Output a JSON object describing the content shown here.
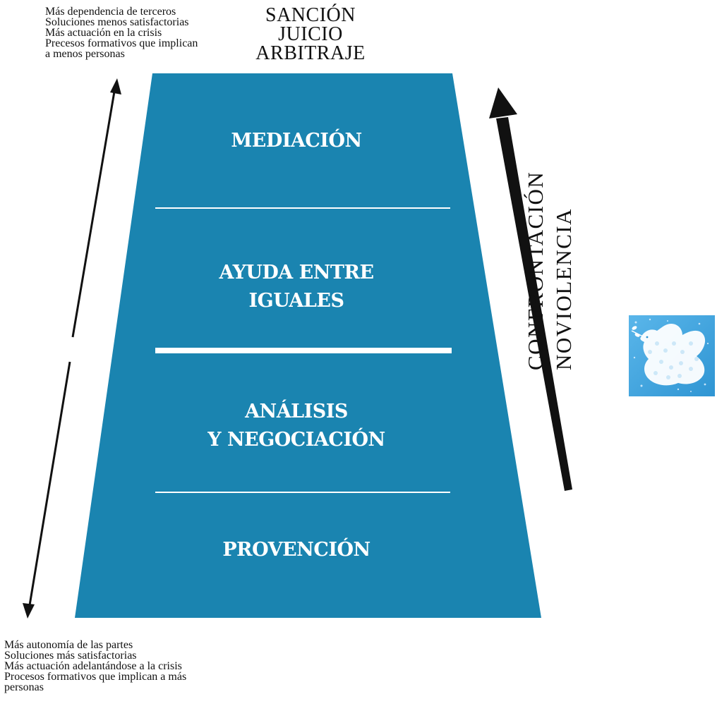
{
  "top_notes": [
    "Más dependencia de terceros",
    "Soluciones menos satisfactorias",
    "Más actuación en la crisis",
    "Precesos formativos que implican",
    "a menos personas"
  ],
  "top_label": [
    "SANCIÓN",
    "JUICIO",
    "ARBITRAJE"
  ],
  "levels": [
    "MEDIACIÓN",
    "AYUDA ENTRE\nIGUALES",
    "ANÁLISIS\nY NEGOCIACIÓN",
    "PROVENCIÓN"
  ],
  "side_label": [
    "CONFRONTACIÓN",
    "NOVIOLENCIA"
  ],
  "bottom_notes": [
    "Más autonomía de las partes",
    "Soluciones más satisfactorias",
    "Más actuación adelantándose a la crisis",
    "Procesos formativos que implican a más",
    "personas"
  ],
  "colors": {
    "trapezoid": "#1a84b0",
    "divider": "#ffffff",
    "arrow": "#111111",
    "dove_bg": "#3ea4df"
  },
  "icons": [
    "dove-icon"
  ]
}
